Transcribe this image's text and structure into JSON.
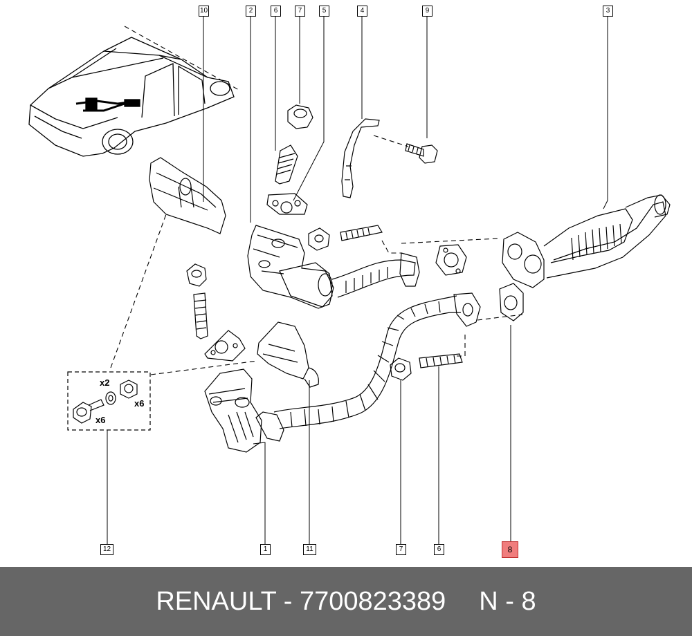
{
  "callouts": {
    "c10": "10",
    "c2": "2",
    "c6a": "6",
    "c7a": "7",
    "c5": "5",
    "c4": "4",
    "c9": "9",
    "c3": "3",
    "c12": "12",
    "c1": "1",
    "c11": "11",
    "c7b": "7",
    "c6b": "6",
    "c8": "8"
  },
  "kit_qty": {
    "x2": "x2",
    "x6_a": "x6",
    "x6_b": "x6"
  },
  "footer": {
    "part": "RENAULT - 7700823389",
    "position": "N - 8"
  },
  "colors": {
    "highlight": "#f07d7d",
    "footer_bg": "#666666"
  }
}
